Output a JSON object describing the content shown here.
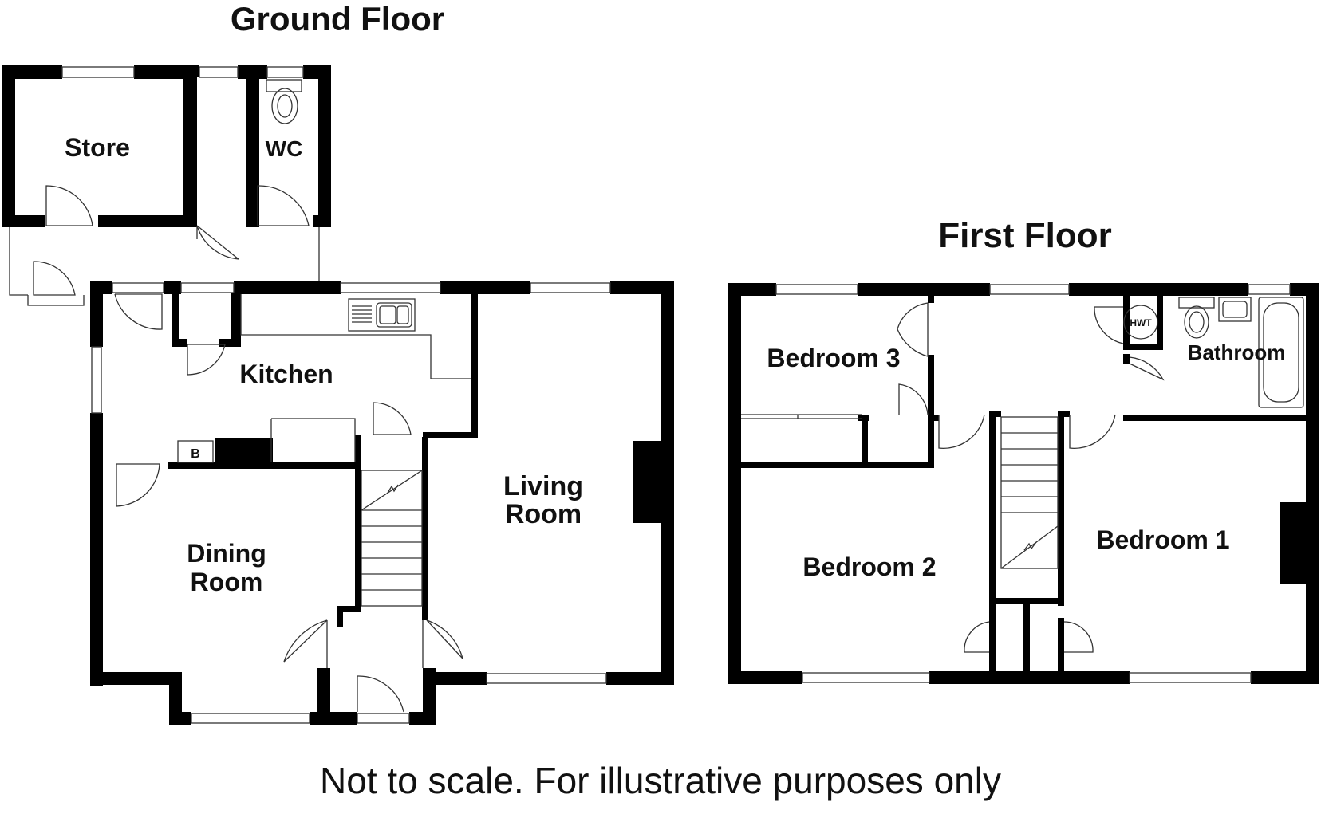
{
  "titles": {
    "ground_floor": "Ground Floor",
    "first_floor": "First Floor"
  },
  "ground_rooms": {
    "store": "Store",
    "wc": "WC",
    "kitchen": "Kitchen",
    "boiler": "B",
    "dining_line1": "Dining",
    "dining_line2": "Room",
    "living_line1": "Living",
    "living_line2": "Room"
  },
  "first_rooms": {
    "bedroom3": "Bedroom 3",
    "bedroom2": "Bedroom 2",
    "bedroom1": "Bedroom 1",
    "bathroom": "Bathroom",
    "hwt": "HWT"
  },
  "footer": {
    "note": "Not to scale. For illustrative purposes only"
  }
}
